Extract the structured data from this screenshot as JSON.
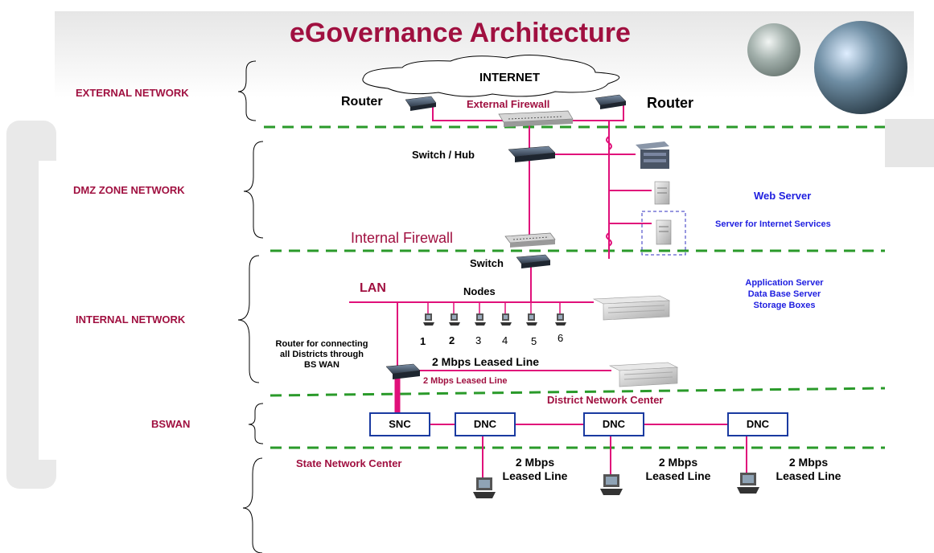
{
  "title": "eGovernance Architecture",
  "zones": {
    "external": "EXTERNAL NETWORK",
    "dmz": "DMZ  ZONE NETWORK",
    "internal": "INTERNAL NETWORK",
    "bswan": "BSWAN"
  },
  "external": {
    "internet": "INTERNET",
    "router_left": "Router",
    "router_right": "Router",
    "external_firewall": "External Firewall"
  },
  "dmz": {
    "switch_hub": "Switch / Hub",
    "web_server": "Web Server",
    "internet_services": "Server  for Internet Services",
    "internal_firewall": "Internal Firewall"
  },
  "internal": {
    "switch": "Switch",
    "lan": "LAN",
    "nodes": "Nodes",
    "node_numbers": [
      "1",
      "2",
      "3",
      "4",
      "5",
      "6"
    ],
    "servers": [
      "Application Server",
      "Data Base Server",
      "Storage Boxes"
    ],
    "router_desc": [
      "Router  for connecting",
      "all Districts through",
      "BS WAN"
    ],
    "leased_line_black": "2 Mbps Leased Line",
    "leased_line_maroon": "2 Mbps Leased Line"
  },
  "bswan": {
    "district_center": "District Network Center",
    "snc": "SNC",
    "dnc": [
      "DNC",
      "DNC",
      "DNC"
    ],
    "state_center": "State Network Center",
    "leased_lines": [
      "2 Mbps",
      "Leased Line"
    ]
  },
  "colors": {
    "maroon": "#a01040",
    "magenta": "#e0107a",
    "green_dash": "#2a9a2a",
    "blue": "#2020e0",
    "box_border": "#1a3aa0"
  }
}
